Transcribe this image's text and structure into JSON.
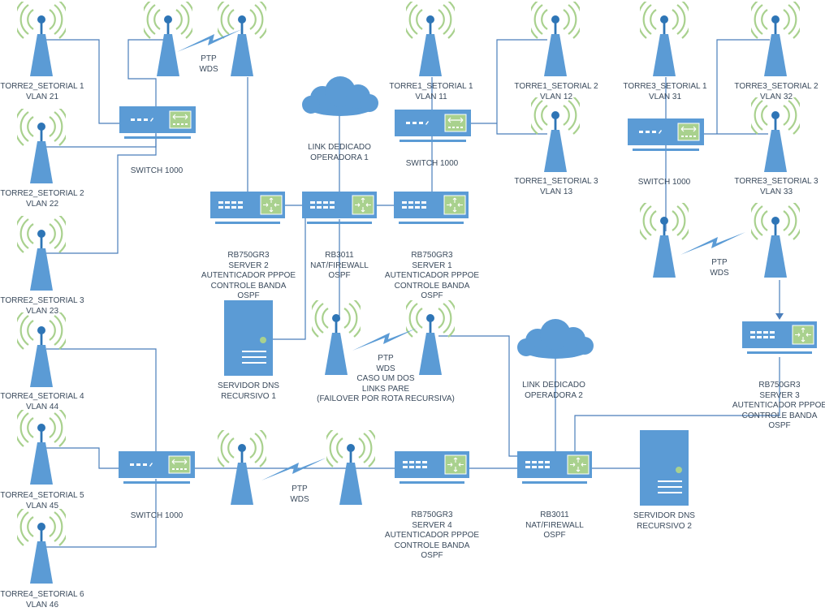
{
  "colors": {
    "device_blue": "#5b9bd5",
    "device_dark": "#2e75b6",
    "signal_green": "#a9d18e",
    "wire": "#4a7ebb",
    "label": "#3a4a5c",
    "panel_green": "#92c46c"
  },
  "towers": [
    {
      "id": "t2s1",
      "lines": [
        "TORRE2_SETORIAL 1",
        "VLAN 21"
      ]
    },
    {
      "id": "t2s2",
      "lines": [
        "TORRE2_SETORIAL 2",
        "VLAN 22"
      ]
    },
    {
      "id": "t2s3",
      "lines": [
        "TORRE2_SETORIAL 3",
        "VLAN 23"
      ]
    },
    {
      "id": "t4s4",
      "lines": [
        "TORRE4_SETORIAL 4",
        "VLAN 44"
      ]
    },
    {
      "id": "t4s5",
      "lines": [
        "TORRE4_SETORIAL 5",
        "VLAN 45"
      ]
    },
    {
      "id": "t4s6",
      "lines": [
        "TORRE4_SETORIAL 6",
        "VLAN 46"
      ]
    },
    {
      "id": "t1s1",
      "lines": [
        "TORRE1_SETORIAL 1",
        "VLAN 11"
      ]
    },
    {
      "id": "t1s2",
      "lines": [
        "TORRE1_SETORIAL 2",
        "VLAN 12"
      ]
    },
    {
      "id": "t1s3",
      "lines": [
        "TORRE1_SETORIAL 3",
        "VLAN 13"
      ]
    },
    {
      "id": "t3s1",
      "lines": [
        "TORRE3_SETORIAL 1",
        "VLAN 31"
      ]
    },
    {
      "id": "t3s2",
      "lines": [
        "TORRE3_SETORIAL 2",
        "VLAN 32"
      ]
    },
    {
      "id": "t3s3",
      "lines": [
        "TORRE3_SETORIAL 3",
        "VLAN 33"
      ]
    }
  ],
  "ptp_links": [
    {
      "id": "ptp_top",
      "lines": [
        "PTP",
        "WDS"
      ]
    },
    {
      "id": "ptp_right",
      "lines": [
        "PTP",
        "WDS"
      ]
    },
    {
      "id": "ptp_mid",
      "lines": [
        "PTP",
        "WDS",
        "CASO UM DOS",
        "LINKS PARE",
        "(FAILOVER POR ROTA RECURSIVA)"
      ]
    },
    {
      "id": "ptp_bottom",
      "lines": [
        "PTP",
        "WDS"
      ]
    }
  ],
  "switches": [
    {
      "id": "sw_t2",
      "lines": [
        "SWITCH 1000"
      ]
    },
    {
      "id": "sw_t1",
      "lines": [
        "SWITCH 1000"
      ]
    },
    {
      "id": "sw_t3",
      "lines": [
        "SWITCH 1000"
      ]
    },
    {
      "id": "sw_t4",
      "lines": [
        "SWITCH 1000"
      ]
    }
  ],
  "routers": [
    {
      "id": "srv2",
      "lines": [
        "RB750GR3",
        "SERVER 2",
        "AUTENTICADOR PPPOE",
        "CONTROLE BANDA",
        "OSPF"
      ]
    },
    {
      "id": "rb3011a",
      "lines": [
        "RB3011",
        "NAT/FIREWALL",
        "OSPF"
      ]
    },
    {
      "id": "srv1",
      "lines": [
        "RB750GR3",
        "SERVER 1",
        "AUTENTICADOR PPPOE",
        "CONTROLE BANDA",
        "OSPF"
      ]
    },
    {
      "id": "srv3",
      "lines": [
        "RB750GR3",
        "SERVER 3",
        "AUTENTICADOR PPPOE",
        "CONTROLE BANDA",
        "OSPF"
      ]
    },
    {
      "id": "srv4",
      "lines": [
        "RB750GR3",
        "SERVER 4",
        "AUTENTICADOR PPPOE",
        "CONTROLE BANDA",
        "OSPF"
      ]
    },
    {
      "id": "rb3011b",
      "lines": [
        "RB3011",
        "NAT/FIREWALL",
        "OSPF"
      ]
    }
  ],
  "clouds": [
    {
      "id": "op1",
      "lines": [
        "LINK DEDICADO",
        "OPERADORA 1"
      ]
    },
    {
      "id": "op2",
      "lines": [
        "LINK DEDICADO",
        "OPERADORA 2"
      ]
    }
  ],
  "dns_servers": [
    {
      "id": "dns1",
      "lines": [
        "SERVIDOR DNS",
        "RECURSIVO 1"
      ]
    },
    {
      "id": "dns2",
      "lines": [
        "SERVIDOR DNS",
        "RECURSIVO 2"
      ]
    }
  ]
}
